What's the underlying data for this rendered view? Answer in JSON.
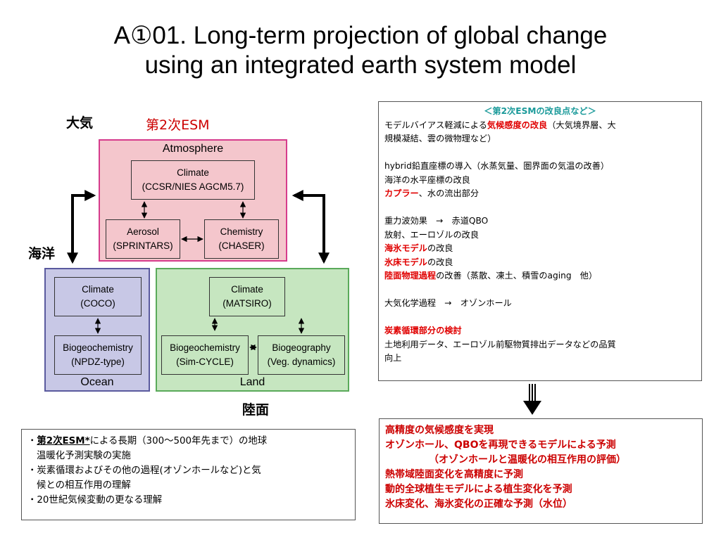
{
  "title": {
    "line1": "A①01. Long-term projection of global change",
    "line2": "using an integrated earth system model"
  },
  "labels": {
    "atmosphere_jp": "大気",
    "esm_version": "第2次ESM",
    "ocean_jp": "海洋",
    "land_jp": "陸面"
  },
  "regions": {
    "atmosphere": {
      "label": "Atmosphere",
      "color": "#f4c6cc",
      "border": "#d63c8c"
    },
    "ocean": {
      "label": "Ocean",
      "color": "#c8c8e6",
      "border": "#5a5a9e"
    },
    "land": {
      "label": "Land",
      "color": "#c6e6c0",
      "border": "#5aaa5a"
    }
  },
  "boxes": {
    "atm_climate": {
      "line1": "Climate",
      "line2": "(CCSR/NIES AGCM5.7)"
    },
    "aerosol": {
      "line1": "Aerosol",
      "line2": "(SPRINTARS)"
    },
    "chemistry": {
      "line1": "Chemistry",
      "line2": "(CHASER)"
    },
    "ocean_climate": {
      "line1": "Climate",
      "line2": "(COCO)"
    },
    "ocean_biogeo": {
      "line1": "Biogeochemistry",
      "line2": "(NPDZ-type)"
    },
    "land_climate": {
      "line1": "Climate",
      "line2": "(MATSIRO)"
    },
    "land_biogeo": {
      "line1": "Biogeochemistry",
      "line2": "(Sim-CYCLE)"
    },
    "biogeography": {
      "line1": "Biogeography",
      "line2": "(Veg. dynamics)"
    }
  },
  "improvements": {
    "heading": "＜第2次ESMの改良点など＞",
    "l1a": "モデルバイアス軽減による",
    "l1b": "気候感度の改良",
    "l1c": "（大気境界層、大",
    "l2": "規模凝結、雲の微物理など）",
    "l3": "hybrid鉛直座標の導入（水蒸気量、圏界面の気温の改善）",
    "l4": "海洋の水平座標の改良",
    "l5a": "カプラー",
    "l5b": "、水の流出部分",
    "l6": "重力波効果　→　赤道QBO",
    "l7": "放射、エーロゾルの改良",
    "l8a": "海氷モデル",
    "l8b": "の改良",
    "l9a": "氷床モデル",
    "l9b": "の改良",
    "l10a": "陸面物理過程",
    "l10b": "の改善（蒸散、凍土、積雪のaging　他）",
    "l11": "大気化学過程　→　オゾンホール",
    "l12": "炭素循環部分の検討",
    "l13": "土地利用データ、エーロゾル前駆物質排出データなどの品質",
    "l14": "向上"
  },
  "summary": {
    "b1a": "・",
    "b1b": "第2次ESM*",
    "b1c": "による長期（300～500年先まで）の地球",
    "b1d": "温暖化予測実験の実施",
    "b2a": "・炭素循環およびその他の過程(オゾンホールなど)と気",
    "b2b": "候との相互作用の理解",
    "b3": "・20世紀気候変動の更なる理解"
  },
  "outcomes": {
    "o1": "高精度の気候感度を実現",
    "o2": "オゾンホール、QBOを再現できるモデルによる予測",
    "o3": "（オゾンホールと温暖化の相互作用の評価）",
    "o4": "熱帯域陸面変化を高精度に予測",
    "o5": "動的全球植生モデルによる植生変化を予測",
    "o6": "氷床変化、海氷変化の正確な予測（水位）"
  }
}
